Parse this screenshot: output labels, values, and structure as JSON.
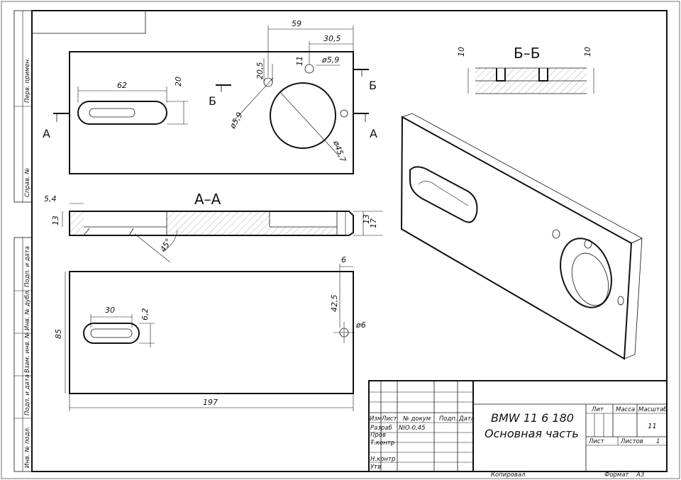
{
  "drawing": {
    "side_labels": [
      "Перв. примен.",
      "Справ. №",
      "Подп. и дата",
      "Инв. № дубл.",
      "Взам. инв. №",
      "Подп. и дата",
      "Инв. № подл."
    ],
    "dims": {
      "d59": "59",
      "d30_5": "30,5",
      "d11": "11",
      "d5_9_top": "ø5,9",
      "d20_5": "20,5",
      "d5_9_left": "ø5,9",
      "d45_7": "ø45,7",
      "d62": "62",
      "d20": "20",
      "d5_4": "5,4",
      "d13": "13",
      "d17": "17",
      "d45deg": "45°",
      "d6": "6",
      "d42_5": "42,5",
      "d6_hole": "ø6",
      "d30": "30",
      "d6_2": "6,2",
      "d85": "85",
      "d197": "197",
      "d10_left": "10",
      "d10_right": "10"
    },
    "section_labels": {
      "a_left": "А",
      "a_right": "А",
      "b_left": "Б",
      "b_right": "Б",
      "section_aa": "А–А",
      "section_bb": "Б–Б"
    },
    "title_block": {
      "title_line1": "BMW 11 6 180",
      "title_line2": "Основная часть",
      "col_izm": "Изм",
      "col_list": "Лист",
      "col_doc": "№ докум",
      "col_sign": "Подп.",
      "col_date": "Дата",
      "row_razrab": "Разраб",
      "doc_number": "NIO-0,45",
      "row_prov": "Пров",
      "row_tkontr": "Т.контр",
      "row_nkontr": "Н.контр",
      "row_utv": "Утв",
      "lit_label": "Лит",
      "mass_label": "Масса",
      "scale_label": "Масштаб",
      "scale_value": "11",
      "sheet_label": "Лист",
      "sheets_label": "Листов",
      "sheets_value": "1",
      "copied_label": "Копировал",
      "format_label": "Формат",
      "format_value": "А3"
    }
  }
}
